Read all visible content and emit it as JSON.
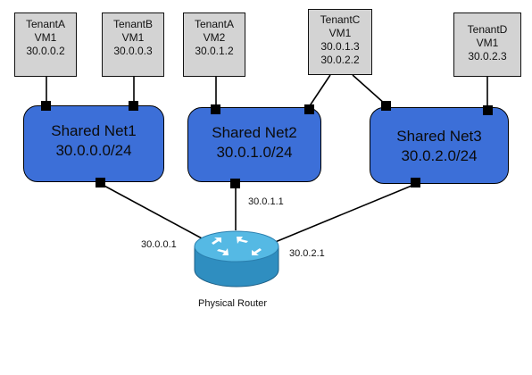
{
  "vms": [
    {
      "tenant": "TenantA",
      "vm": "VM1",
      "ips": [
        "30.0.0.2"
      ]
    },
    {
      "tenant": "TenantB",
      "vm": "VM1",
      "ips": [
        "30.0.0.3"
      ]
    },
    {
      "tenant": "TenantA",
      "vm": "VM2",
      "ips": [
        "30.0.1.2"
      ]
    },
    {
      "tenant": "TenantC",
      "vm": "VM1",
      "ips": [
        "30.0.1.3",
        "30.0.2.2"
      ]
    },
    {
      "tenant": "TenantD",
      "vm": "VM1",
      "ips": [
        "30.0.2.3"
      ]
    }
  ],
  "networks": [
    {
      "name": "Shared Net1",
      "cidr": "30.0.0.0/24"
    },
    {
      "name": "Shared Net2",
      "cidr": "30.0.1.0/24"
    },
    {
      "name": "Shared Net3",
      "cidr": "30.0.2.0/24"
    }
  ],
  "router": {
    "label": "Physical Router",
    "interfaces": [
      "30.0.0.1",
      "30.0.1.1",
      "30.0.2.1"
    ]
  },
  "colors": {
    "network_fill": "#3c6fd8",
    "vm_fill": "#d3d3d3",
    "router_body": "#2e8fbd",
    "router_top": "#52b8e3"
  }
}
